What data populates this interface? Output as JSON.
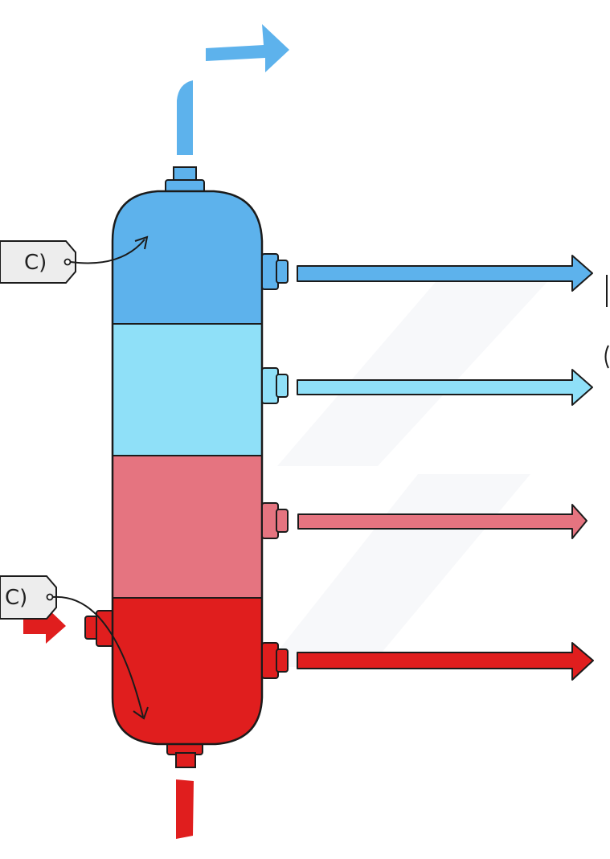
{
  "diagram": {
    "tags": [
      {
        "id": "top",
        "text": "C)"
      },
      {
        "id": "bottom",
        "text": "C)"
      }
    ],
    "colors": {
      "top_section": "#5DB2EC",
      "upper_middle_section": "#8FE0F8",
      "lower_middle_section": "#E57480",
      "bottom_section": "#E01E1E",
      "outline": "#1b1b1b",
      "tag_fill": "#EDEDED",
      "watermark": "#F2F3F5"
    }
  }
}
